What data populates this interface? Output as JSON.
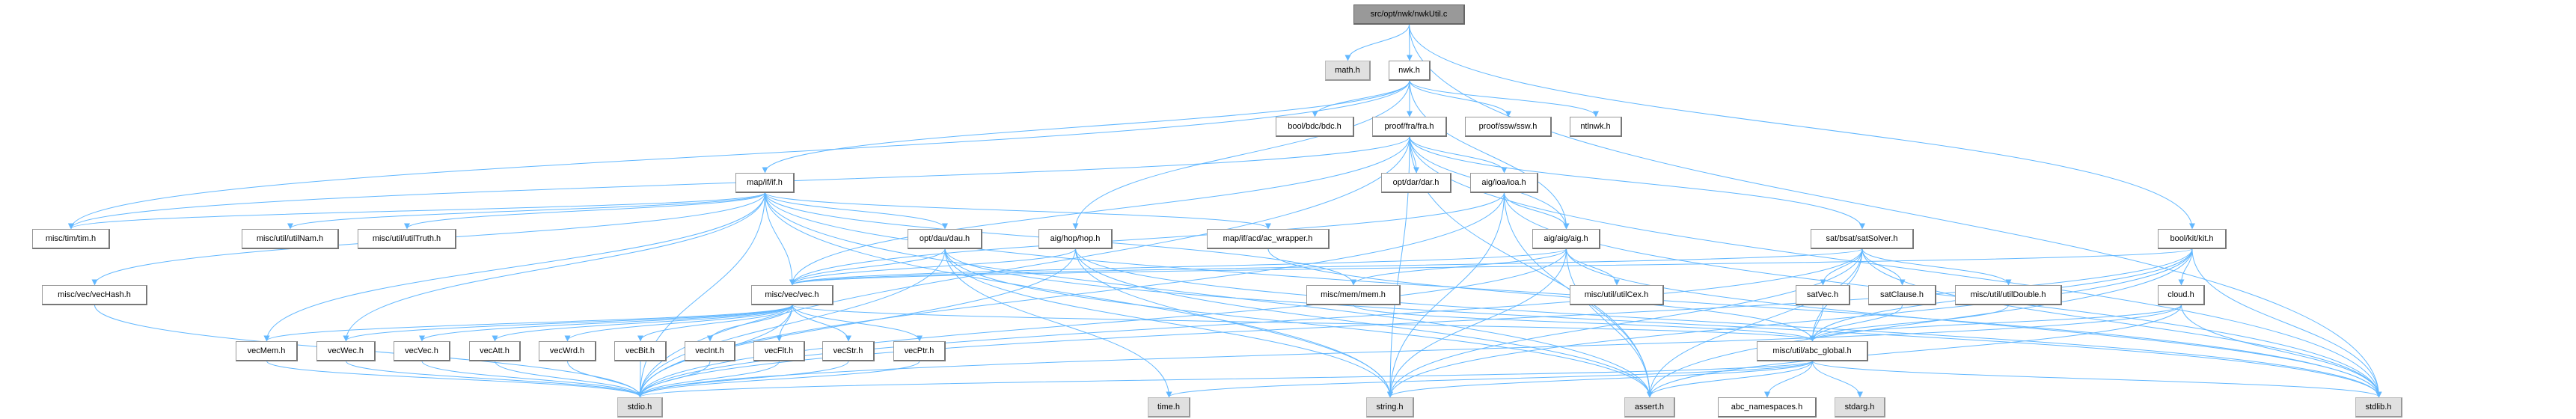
{
  "colors": {
    "edge": "#63b8ff",
    "root_fill": "#999999",
    "system_fill": "#e0e0e0",
    "node_fill": "#ffffff",
    "border": "#999999"
  },
  "nodes": [
    {
      "id": "src",
      "label": "src/opt/nwk/nwkUtil.c",
      "kind": "root"
    },
    {
      "id": "math",
      "label": "math.h",
      "kind": "sys"
    },
    {
      "id": "nwk",
      "label": "nwk.h",
      "kind": "file"
    },
    {
      "id": "bdc",
      "label": "bool/bdc/bdc.h",
      "kind": "file"
    },
    {
      "id": "fra",
      "label": "proof/fra/fra.h",
      "kind": "file"
    },
    {
      "id": "ssw",
      "label": "proof/ssw/ssw.h",
      "kind": "file"
    },
    {
      "id": "ntlnwk",
      "label": "ntlnwk.h",
      "kind": "file"
    },
    {
      "id": "ifh",
      "label": "map/if/if.h",
      "kind": "file"
    },
    {
      "id": "dar",
      "label": "opt/dar/dar.h",
      "kind": "file"
    },
    {
      "id": "ioa",
      "label": "aig/ioa/ioa.h",
      "kind": "file"
    },
    {
      "id": "tim",
      "label": "misc/tim/tim.h",
      "kind": "file"
    },
    {
      "id": "utilNam",
      "label": "misc/util/utilNam.h",
      "kind": "file"
    },
    {
      "id": "utilTruth",
      "label": "misc/util/utilTruth.h",
      "kind": "file"
    },
    {
      "id": "dau",
      "label": "opt/dau/dau.h",
      "kind": "file"
    },
    {
      "id": "hop",
      "label": "aig/hop/hop.h",
      "kind": "file"
    },
    {
      "id": "acw",
      "label": "map/if/acd/ac_wrapper.h",
      "kind": "file"
    },
    {
      "id": "aig",
      "label": "aig/aig/aig.h",
      "kind": "file"
    },
    {
      "id": "satSolver",
      "label": "sat/bsat/satSolver.h",
      "kind": "file"
    },
    {
      "id": "kit",
      "label": "bool/kit/kit.h",
      "kind": "file"
    },
    {
      "id": "vecHash",
      "label": "misc/vec/vecHash.h",
      "kind": "file"
    },
    {
      "id": "vec",
      "label": "misc/vec/vec.h",
      "kind": "file"
    },
    {
      "id": "mem",
      "label": "misc/mem/mem.h",
      "kind": "file"
    },
    {
      "id": "utilCex",
      "label": "misc/util/utilCex.h",
      "kind": "file"
    },
    {
      "id": "satVec",
      "label": "satVec.h",
      "kind": "file"
    },
    {
      "id": "satClause",
      "label": "satClause.h",
      "kind": "file"
    },
    {
      "id": "utilDouble",
      "label": "misc/util/utilDouble.h",
      "kind": "file"
    },
    {
      "id": "cloud",
      "label": "cloud.h",
      "kind": "file"
    },
    {
      "id": "vecMem",
      "label": "vecMem.h",
      "kind": "file"
    },
    {
      "id": "vecWec",
      "label": "vecWec.h",
      "kind": "file"
    },
    {
      "id": "vecVec",
      "label": "vecVec.h",
      "kind": "file"
    },
    {
      "id": "vecAtt",
      "label": "vecAtt.h",
      "kind": "file"
    },
    {
      "id": "vecWrd",
      "label": "vecWrd.h",
      "kind": "file"
    },
    {
      "id": "vecBit",
      "label": "vecBit.h",
      "kind": "file"
    },
    {
      "id": "vecInt",
      "label": "vecInt.h",
      "kind": "file"
    },
    {
      "id": "vecFlt",
      "label": "vecFlt.h",
      "kind": "file"
    },
    {
      "id": "vecStr",
      "label": "vecStr.h",
      "kind": "file"
    },
    {
      "id": "vecPtr",
      "label": "vecPtr.h",
      "kind": "file"
    },
    {
      "id": "abcGlobal",
      "label": "misc/util/abc_global.h",
      "kind": "file"
    },
    {
      "id": "stdio",
      "label": "stdio.h",
      "kind": "sys"
    },
    {
      "id": "time",
      "label": "time.h",
      "kind": "sys"
    },
    {
      "id": "string",
      "label": "string.h",
      "kind": "sys"
    },
    {
      "id": "assert",
      "label": "assert.h",
      "kind": "sys"
    },
    {
      "id": "abcNs",
      "label": "abc_namespaces.h",
      "kind": "file"
    },
    {
      "id": "stdarg",
      "label": "stdarg.h",
      "kind": "sys"
    },
    {
      "id": "stdlib",
      "label": "stdlib.h",
      "kind": "sys"
    }
  ],
  "edges": [
    [
      "src",
      "math"
    ],
    [
      "src",
      "nwk"
    ],
    [
      "src",
      "kit"
    ],
    [
      "src",
      "stdlib"
    ],
    [
      "nwk",
      "ifh"
    ],
    [
      "nwk",
      "tim"
    ],
    [
      "nwk",
      "hop"
    ],
    [
      "nwk",
      "bdc"
    ],
    [
      "nwk",
      "fra"
    ],
    [
      "nwk",
      "ssw"
    ],
    [
      "nwk",
      "ntlnwk"
    ],
    [
      "nwk",
      "aig"
    ],
    [
      "fra",
      "vec"
    ],
    [
      "fra",
      "tim"
    ],
    [
      "fra",
      "dar"
    ],
    [
      "fra",
      "ioa"
    ],
    [
      "fra",
      "aig"
    ],
    [
      "fra",
      "satSolver"
    ],
    [
      "fra",
      "string"
    ],
    [
      "fra",
      "stdlib"
    ],
    [
      "fra",
      "assert"
    ],
    [
      "fra",
      "stdio"
    ],
    [
      "ifh",
      "tim"
    ],
    [
      "ifh",
      "utilNam"
    ],
    [
      "ifh",
      "utilTruth"
    ],
    [
      "ifh",
      "vecHash"
    ],
    [
      "ifh",
      "vecMem"
    ],
    [
      "ifh",
      "vecWec"
    ],
    [
      "ifh",
      "vec"
    ],
    [
      "ifh",
      "stdio"
    ],
    [
      "ifh",
      "dau"
    ],
    [
      "ifh",
      "acw"
    ],
    [
      "ifh",
      "mem"
    ],
    [
      "ifh",
      "stdlib"
    ],
    [
      "ifh",
      "string"
    ],
    [
      "ifh",
      "assert"
    ],
    [
      "ioa",
      "vec"
    ],
    [
      "ioa",
      "aig"
    ],
    [
      "ioa",
      "stdio"
    ],
    [
      "ioa",
      "string"
    ],
    [
      "ioa",
      "assert"
    ],
    [
      "ioa",
      "stdlib"
    ],
    [
      "aig",
      "vec"
    ],
    [
      "aig",
      "utilCex"
    ],
    [
      "aig",
      "stdio"
    ],
    [
      "aig",
      "string"
    ],
    [
      "aig",
      "assert"
    ],
    [
      "aig",
      "stdlib"
    ],
    [
      "aig",
      "mem"
    ],
    [
      "hop",
      "vec"
    ],
    [
      "hop",
      "stdio"
    ],
    [
      "hop",
      "string"
    ],
    [
      "hop",
      "assert"
    ],
    [
      "hop",
      "stdlib"
    ],
    [
      "dau",
      "vec"
    ],
    [
      "dau",
      "stdio"
    ],
    [
      "dau",
      "string"
    ],
    [
      "dau",
      "assert"
    ],
    [
      "dau",
      "stdlib"
    ],
    [
      "dau",
      "time"
    ],
    [
      "acw",
      "abcGlobal"
    ],
    [
      "mem",
      "abcGlobal"
    ],
    [
      "vec",
      "vecMem"
    ],
    [
      "vec",
      "vecWec"
    ],
    [
      "vec",
      "vecVec"
    ],
    [
      "vec",
      "vecAtt"
    ],
    [
      "vec",
      "vecWrd"
    ],
    [
      "vec",
      "vecBit"
    ],
    [
      "vec",
      "vecInt"
    ],
    [
      "vec",
      "vecFlt"
    ],
    [
      "vec",
      "vecStr"
    ],
    [
      "vec",
      "vecPtr"
    ],
    [
      "vec",
      "abcGlobal"
    ],
    [
      "vec",
      "stdio"
    ],
    [
      "vecHash",
      "stdio"
    ],
    [
      "vecMem",
      "stdio"
    ],
    [
      "vecWec",
      "stdio"
    ],
    [
      "vecVec",
      "stdio"
    ],
    [
      "vecAtt",
      "stdio"
    ],
    [
      "vecWrd",
      "stdio"
    ],
    [
      "vecBit",
      "stdio"
    ],
    [
      "vecInt",
      "stdio"
    ],
    [
      "vecFlt",
      "stdio"
    ],
    [
      "vecStr",
      "stdio"
    ],
    [
      "vecPtr",
      "stdio"
    ],
    [
      "satSolver",
      "satVec"
    ],
    [
      "satSolver",
      "satClause"
    ],
    [
      "satSolver",
      "utilDouble"
    ],
    [
      "satSolver",
      "abcGlobal"
    ],
    [
      "satSolver",
      "vec"
    ],
    [
      "satSolver",
      "stdio"
    ],
    [
      "satSolver",
      "string"
    ],
    [
      "satSolver",
      "assert"
    ],
    [
      "satSolver",
      "stdlib"
    ],
    [
      "satVec",
      "abcGlobal"
    ],
    [
      "satClause",
      "abcGlobal"
    ],
    [
      "utilDouble",
      "abcGlobal"
    ],
    [
      "kit",
      "cloud"
    ],
    [
      "kit",
      "vec"
    ],
    [
      "kit",
      "stdio"
    ],
    [
      "kit",
      "string"
    ],
    [
      "kit",
      "assert"
    ],
    [
      "kit",
      "stdlib"
    ],
    [
      "kit",
      "abcGlobal"
    ],
    [
      "cloud",
      "abcGlobal"
    ],
    [
      "cloud",
      "stdio"
    ],
    [
      "cloud",
      "assert"
    ],
    [
      "cloud",
      "stdlib"
    ],
    [
      "abcGlobal",
      "time"
    ],
    [
      "abcGlobal",
      "string"
    ],
    [
      "abcGlobal",
      "assert"
    ],
    [
      "abcGlobal",
      "stdlib"
    ],
    [
      "abcGlobal",
      "stdio"
    ],
    [
      "abcGlobal",
      "abcNs"
    ],
    [
      "abcGlobal",
      "stdarg"
    ]
  ]
}
